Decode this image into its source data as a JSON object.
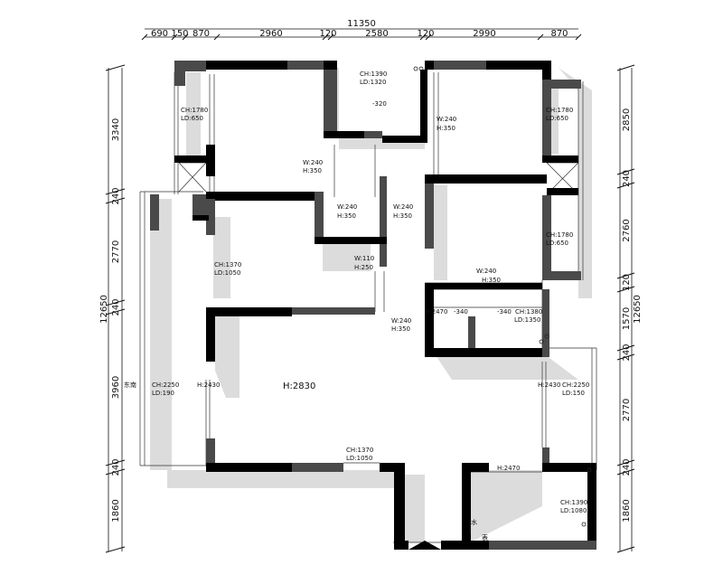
{
  "top_dims": {
    "total": "11350",
    "segments": [
      "690",
      "150",
      "870",
      "2960",
      "120",
      "2580",
      "120",
      "2990",
      "870"
    ]
  },
  "left_dims": {
    "total": "12650",
    "segments": [
      "3340",
      "240",
      "2770",
      "240",
      "3960",
      "240",
      "1860"
    ]
  },
  "right_dims": {
    "total": "12650",
    "segments": [
      "2850",
      "240",
      "2760",
      "120",
      "1570",
      "240",
      "2770",
      "240",
      "1860"
    ]
  },
  "labels": {
    "ch1780_a": "CH:1780",
    "ld650_a": "LD:650",
    "ch1390": "CH:1390",
    "ld1320": "LD:1320",
    "m320": "-320",
    "w240_a": "W:240",
    "h350_a": "H:350",
    "ch1780_b": "CH:1780",
    "ld650_b": "LD:650",
    "w240_b": "W:240",
    "h350_b": "H:350",
    "w240_c": "W:240",
    "h350_c": "H:350",
    "w240_d": "W:240",
    "h350_d": "H:350",
    "ch1780_c": "CH:1780",
    "ld650_c": "LD:650",
    "ch1370_a": "CH:1370",
    "ld1050_a": "LD:1050",
    "w110": "W:110",
    "h250": "H:250",
    "w240_e": "W:240",
    "h350_e": "H:350",
    "h2470_a": "H:2470",
    "m340_a": "-340",
    "m340_b": "-340",
    "ch1380": "CH:1380",
    "ld1350": "LD:1350",
    "w240_f": "W:240",
    "h350_f": "H:350",
    "east_south": "东南",
    "ch2250_a": "CH:2250",
    "ld190": "LD:190",
    "h2430_a": "H:2430",
    "h2830": "H:2830",
    "h2430_b": "H:2430",
    "ch2250_b": "CH:2250",
    "ld150": "LD:150",
    "ch1370_b": "CH:1370",
    "ld1050_b": "LD:1050",
    "h2470_b": "H:2470",
    "ch1390_b": "CH:1390",
    "ld1080": "LD:1080",
    "water": "水",
    "meter": "表"
  }
}
